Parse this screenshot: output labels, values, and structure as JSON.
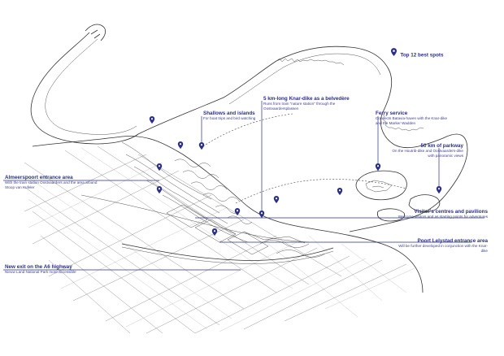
{
  "labels": {
    "legend": {
      "title": "Top 12 best spots"
    },
    "shallows": {
      "title": "Shallows and islands",
      "text": "For boat trips and bird watching"
    },
    "knar": {
      "title": "5 km-long Knar-dike as a belvedère",
      "text": "Runs from train \"nature station\" through the Oostvaardersplassen"
    },
    "ferry": {
      "title": "Ferry service",
      "text": "Connects Batavia-haven with the Knar-dike and the Marker Wadden"
    },
    "parkway": {
      "title": "50 km of parkway",
      "text": "On the Houtrib-dike and Oostvaarders-dike with panoramic views"
    },
    "almeerse": {
      "title": "Almeerspoort entrance area",
      "text": "With the train station Oostvaarders and the area around Stoop van Kufeler"
    },
    "visitor": {
      "title": "Visitor's centres and pavilions",
      "text": "Welcome visitors and as starting points for adventures"
    },
    "lelystad": {
      "title": "Poort Lelystad entrance area",
      "text": "Will be further developed in conjunction with the Knar-dike"
    },
    "a6": {
      "title": "New exit on the A6 highway",
      "text": "Nieuw Land National Park more accessible"
    }
  },
  "colors": {
    "accent": "#2a2f8a",
    "ink": "#333333",
    "background": "#ffffff"
  },
  "legend_icon": "map-pin-icon"
}
